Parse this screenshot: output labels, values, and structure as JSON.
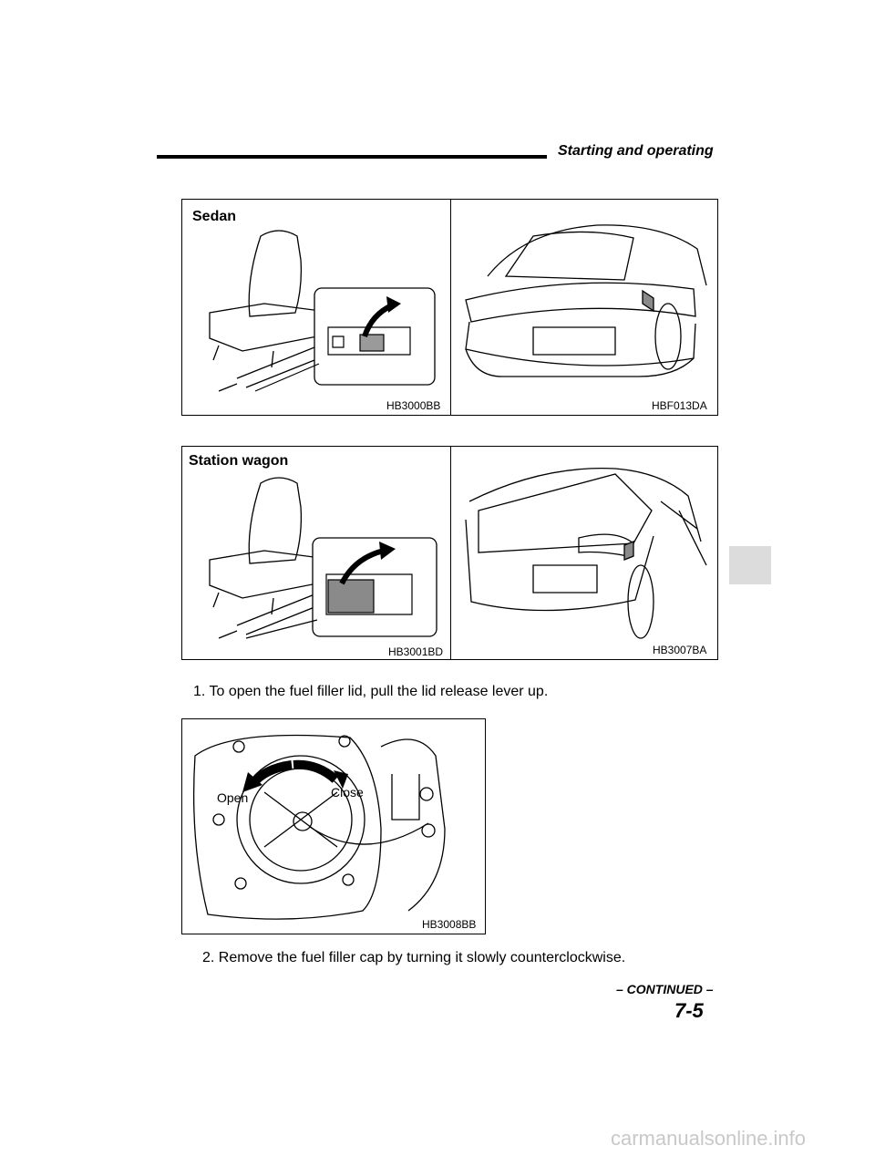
{
  "header": {
    "section_title": "Starting and operating"
  },
  "figures": {
    "sedan": {
      "heading": "Sedan",
      "left_code": "HB3000BB",
      "right_code": "HBF013DA"
    },
    "wagon": {
      "heading": "Station wagon",
      "left_code": "HB3001BD",
      "right_code": "HB3007BA"
    },
    "cap": {
      "code": "HB3008BB",
      "open_label": "Open",
      "close_label": "Close"
    }
  },
  "steps": [
    "1.  To open the fuel filler lid, pull the lid release lever up.",
    "2.  Remove the fuel filler cap by turning it slowly counterclockwise."
  ],
  "footer": {
    "continued": "– CONTINUED –",
    "page_number": "7-5",
    "watermark": "carmanualsonline.info"
  }
}
